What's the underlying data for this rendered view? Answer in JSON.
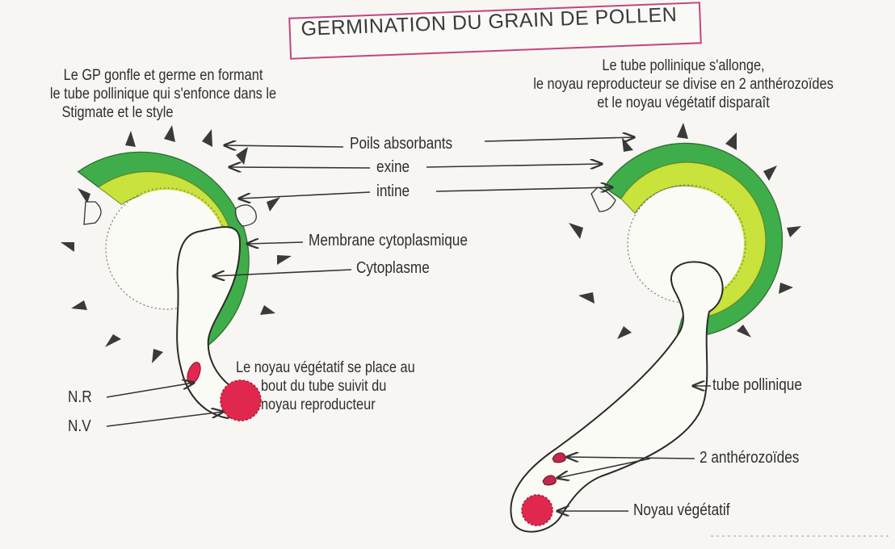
{
  "title": "GERMINATION DU GRAIN DE POLLEN",
  "left_caption": {
    "line1": "Le GP gonfle et germe en formant",
    "line2": "le tube pollinique qui s'enfonce dans le",
    "line3": "Stigmate et le style"
  },
  "right_caption": {
    "line1": "Le tube pollinique s'allonge,",
    "line2": "le noyau reproducteur se divise en 2 anthérozoïdes",
    "line3": "et le noyau végétatif disparaît"
  },
  "labels": {
    "poils": "Poils absorbants",
    "exine": "exine",
    "intine": "intine",
    "membrane": "Membrane cytoplasmique",
    "cytoplasme": "Cytoplasme",
    "nr": "N.R",
    "nv": "N.V",
    "tube": "tube pollinique",
    "antherozoides": "2 anthérozoïdes",
    "noyau_vegetatif": "Noyau végétatif"
  },
  "note": {
    "line1": "Le noyau végétatif se place au",
    "line2": "bout du tube suivit du",
    "line3": "noyau reproducteur"
  },
  "colors": {
    "exine": "#3fae4a",
    "intine": "#c9e23c",
    "nucleus": "#e0284e",
    "title_border": "#c2457e",
    "ink": "#2e2e2e"
  }
}
